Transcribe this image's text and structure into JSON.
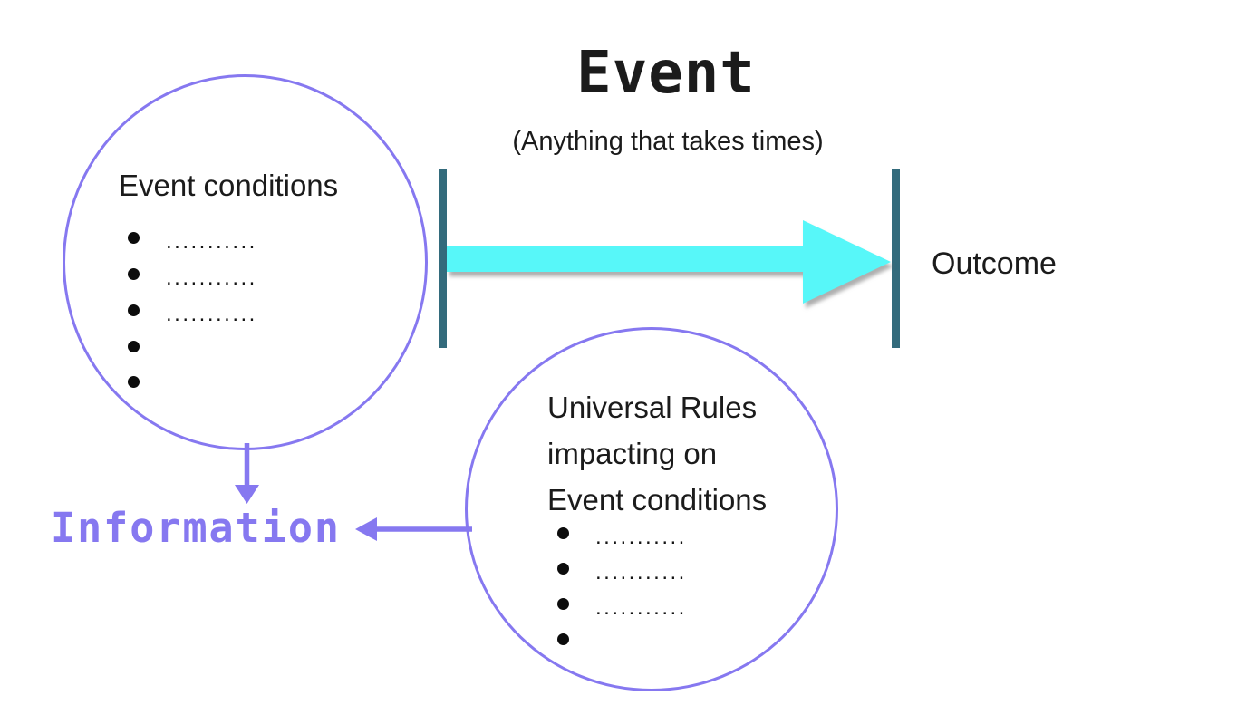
{
  "colors": {
    "purple": "#8678f0",
    "cyan": "#57f7f9",
    "teal": "#336b7c",
    "ink": "#1b1b1b"
  },
  "title": "Event",
  "subtitle": "(Anything that takes times)",
  "event_conditions_circle": {
    "heading": "Event conditions",
    "bullets": [
      "...........",
      "...........",
      "...........",
      "",
      ""
    ]
  },
  "timeline": {
    "outcome_label": "Outcome"
  },
  "universal_rules_circle": {
    "heading_lines": [
      "Universal Rules",
      "impacting on",
      "Event conditions"
    ],
    "bullets": [
      "...........",
      "...........",
      "...........",
      ""
    ]
  },
  "information_label": "Information"
}
